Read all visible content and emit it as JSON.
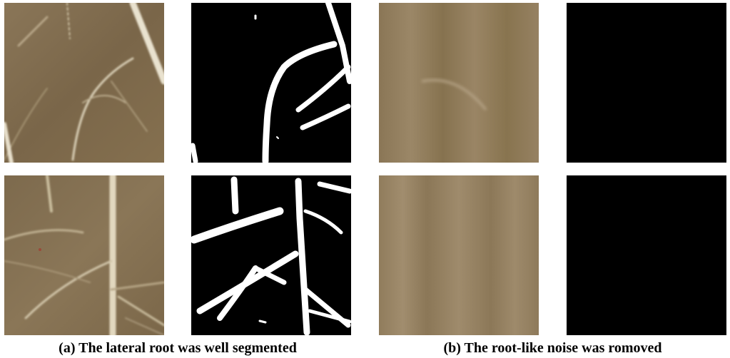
{
  "figure": {
    "captions": {
      "a": "(a) The lateral root was well segmented",
      "b": "(b) The root-like noise was romoved"
    },
    "colors": {
      "soil_brown": "#7f6b50",
      "soil_light": "#a38f72",
      "root_white": "#e9e2cf",
      "mask_white": "#ffffff",
      "mask_black": "#000000"
    },
    "panels": [
      "soil image with lateral roots (a, top)",
      "binary segmentation mask (a, top)",
      "soil image with root-like noise (b, top)",
      "empty segmentation mask (b, top)",
      "soil image with lateral roots (a, bottom)",
      "binary segmentation mask (a, bottom)",
      "soil image with root-like noise (b, bottom)",
      "empty segmentation mask (b, bottom)"
    ]
  }
}
